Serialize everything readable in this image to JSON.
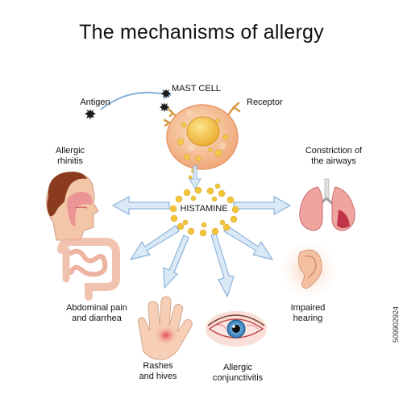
{
  "title": "The mechanisms of allergy",
  "labels": {
    "antigen": "Antigen",
    "mast_cell": "MAST CELL",
    "receptor": "Receptor",
    "histamine": "HISTAMINE",
    "rhinitis_line1": "Allergic",
    "rhinitis_line2": "rhinitis",
    "airways_line1": "Constriction of",
    "airways_line2": "the airways",
    "abdominal_line1": "Abdominal pain",
    "abdominal_line2": "and diarrhea",
    "hearing_line1": "Impaired",
    "hearing_line2": "hearing",
    "rashes_line1": "Rashes",
    "rashes_line2": "and hives",
    "conj_line1": "Allergic",
    "conj_line2": "conjunctivitis"
  },
  "stock_id": "509902924",
  "colors": {
    "arrow_fill": "#dbe9f6",
    "arrow_stroke": "#8cb4dc",
    "histamine_granule": "#f2c43a",
    "cell_body": "#f6c79b",
    "nucleus": "#f3bf4a"
  }
}
